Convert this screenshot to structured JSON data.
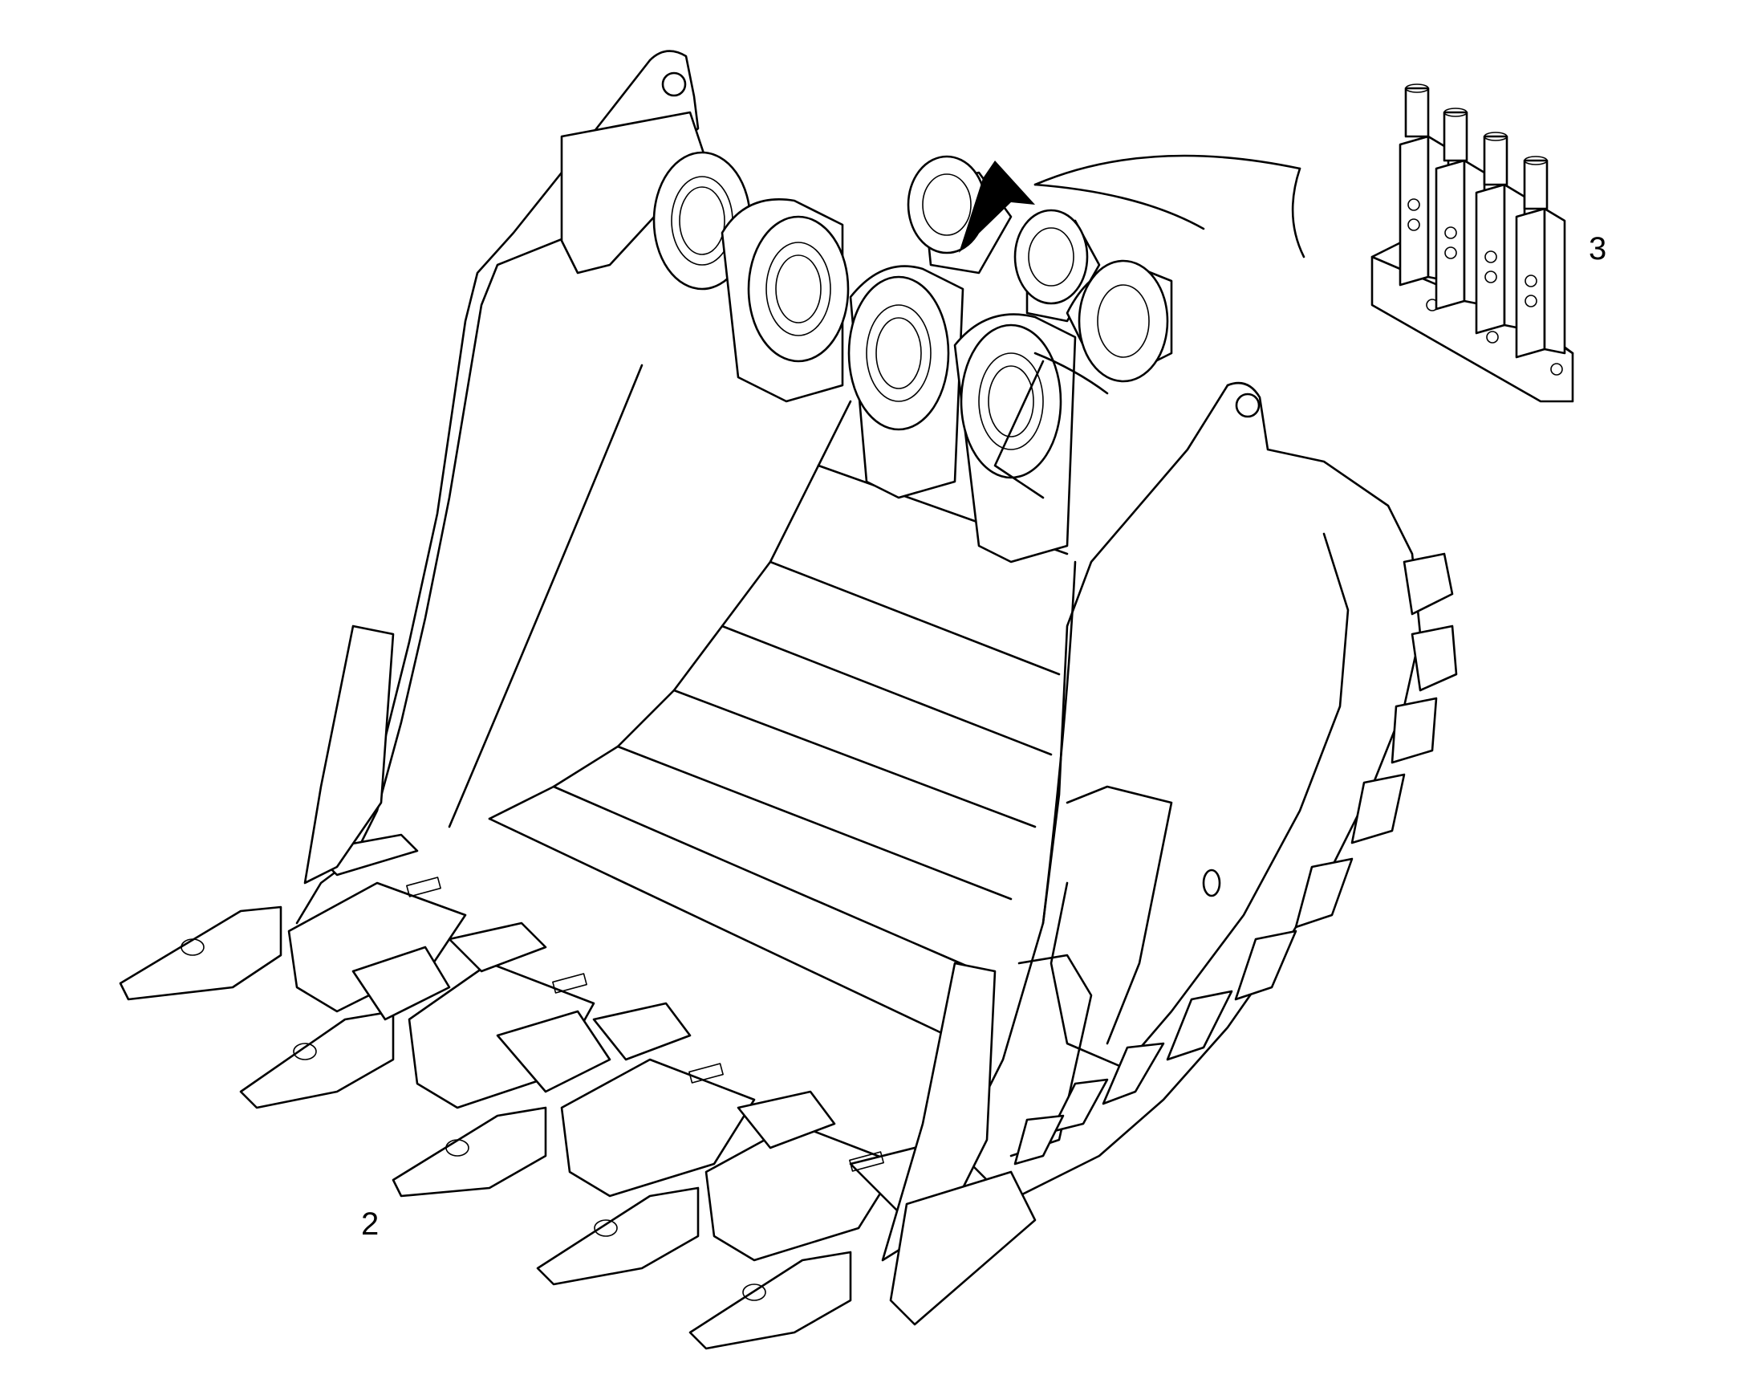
{
  "figure": {
    "callouts": [
      {
        "id": "callout-2",
        "text": "2"
      },
      {
        "id": "callout-3",
        "text": "3"
      }
    ],
    "components": {
      "bucket": "excavator-bucket",
      "lube_block": "grease-distributor-block",
      "pointer": "arrow-pointer"
    },
    "colors": {
      "line": "#000000",
      "background": "#ffffff"
    }
  }
}
